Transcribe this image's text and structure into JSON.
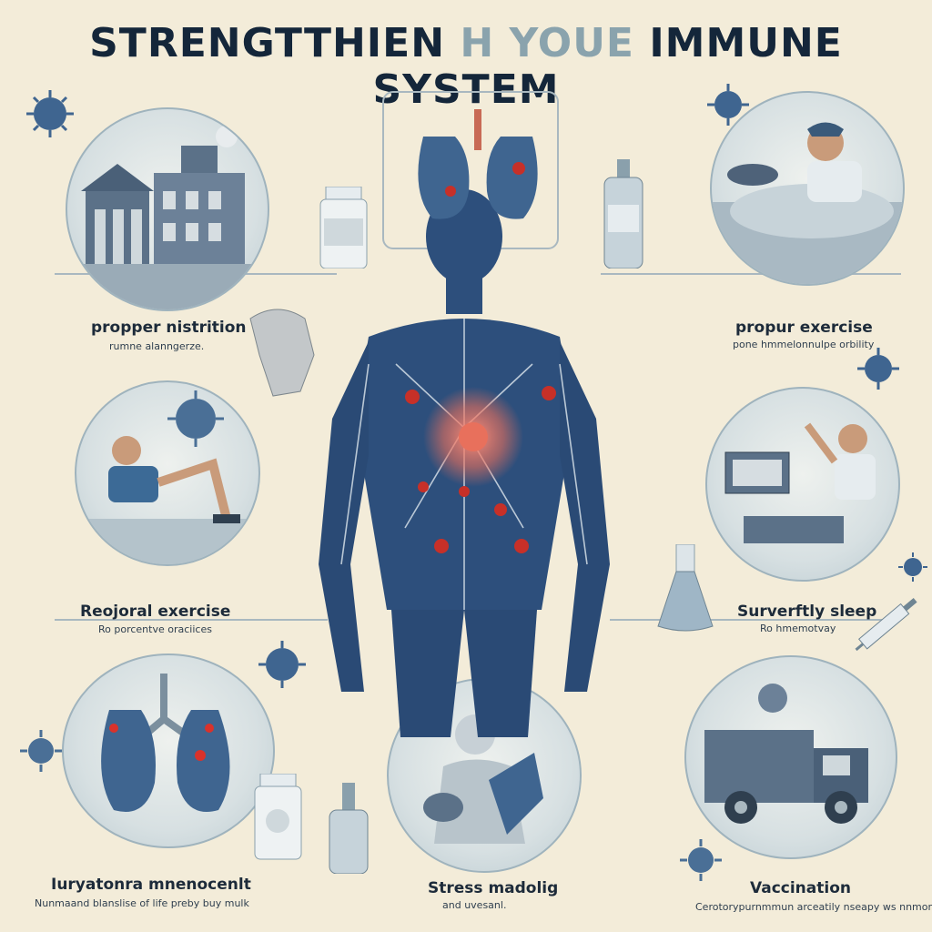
{
  "title": {
    "part1": "STRENGTTHIEN",
    "part2": "H YOUE",
    "part3": "IMMUNE SYSTEM"
  },
  "panels": {
    "nutrition": {
      "label": "propper nistrition",
      "sub": "rumne alanngerze."
    },
    "exercise_top": {
      "label": "propur exercise",
      "sub": "pone hmmelonnulpe orbility"
    },
    "exercise": {
      "label": "Reojoral exercise",
      "sub": "Ro porcentve oraciices"
    },
    "sleep": {
      "label": "Surverftly sleep",
      "sub": "Ro hmemotvay"
    },
    "stress_mgmt": {
      "label": "Iuryatonra mnenocenlt",
      "sub": "Nunmaand blanslise of life preby buy mulk"
    },
    "stress": {
      "label": "Stress madolig",
      "sub": "and uvesanl."
    },
    "vaccination": {
      "label": "Vaccination",
      "sub": "Cerotorypurnmmun arceatily nseapy ws nnmonell"
    }
  },
  "colors": {
    "background": "#f3ecd9",
    "body_blue": "#2d4f7c",
    "accent_red": "#d9322b",
    "outline": "#9fb3bd"
  }
}
